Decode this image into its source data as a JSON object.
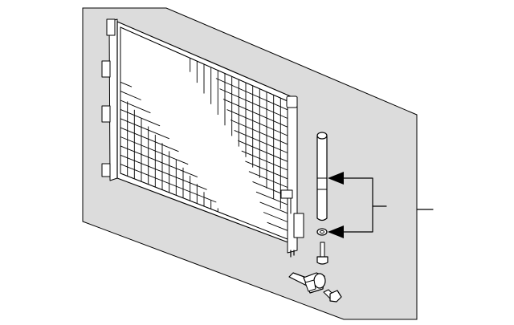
{
  "diagram": {
    "background_color": "#ffffff",
    "panel_fill": "#dcdcdc",
    "ink_color": "#000000",
    "part_fill": "#ffffff",
    "parts": [
      {
        "name": "condenser-core",
        "icon": "radiator-grid-icon"
      },
      {
        "name": "receiver-drier",
        "icon": "cylinder-icon"
      },
      {
        "name": "o-ring",
        "icon": "ring-icon"
      },
      {
        "name": "mounting-bolt",
        "icon": "bolt-icon"
      },
      {
        "name": "pipe-fitting",
        "icon": "fitting-icon"
      },
      {
        "name": "fitting-bolt",
        "icon": "bolt-icon"
      }
    ],
    "callouts": [
      {
        "points_to": "receiver-drier",
        "icon": "arrowhead-icon"
      },
      {
        "points_to": "o-ring",
        "icon": "arrowhead-icon"
      }
    ]
  }
}
